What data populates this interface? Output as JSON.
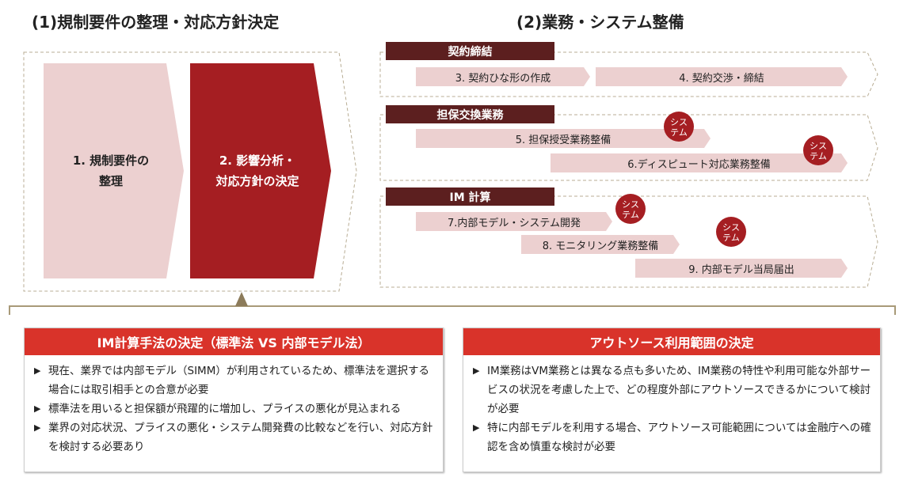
{
  "section1": {
    "title": "(1)規制要件の整理・対応方針決定",
    "steps": [
      {
        "line1": "1. 規制要件の",
        "line2": "整理"
      },
      {
        "line1": "2. 影響分析・",
        "line2": "対応方針の決定"
      }
    ]
  },
  "section2": {
    "title": "(2)業務・システム整備",
    "badge_label": {
      "line1": "シス",
      "line2": "テム"
    },
    "groups": [
      {
        "header": "契約締結",
        "tasks": [
          "3. 契約ひな形の作成",
          "4. 契約交渉・締結"
        ]
      },
      {
        "header": "担保交換業務",
        "tasks": [
          "5. 担保授受業務整備",
          "6.ディスピュート対応業務整備"
        ]
      },
      {
        "header": "IM 計算",
        "tasks": [
          "7.内部モデル・システム開発",
          "8. モニタリング業務整備",
          "9. 内部モデル当局届出"
        ]
      }
    ]
  },
  "boxes": [
    {
      "header": "IM計算手法の決定（標準法 VS 内部モデル法）",
      "bullets": [
        "現在、業界では内部モデル（SIMM）が利用されているため、標準法を選択する場合には取引相手との合意が必要",
        "標準法を用いると担保額が飛躍的に増加し、プライスの悪化が見込まれる",
        "業界の対応状況、プライスの悪化・システム開発費の比較などを行い、対応方針を検討する必要あり"
      ]
    },
    {
      "header": "アウトソース利用範囲の決定",
      "bullets": [
        "IM業務はVM業務とは異なる点も多いため、IM業務の特性や利用可能な外部サービスの状況を考慮した上で、どの程度外部にアウトソースできるかについて検討が必要",
        "特に内部モデルを利用する場合、アウトソース可能範囲については金融庁への確認を含め慎重な検討が必要"
      ]
    }
  ],
  "colors": {
    "dark_red": "#a51e22",
    "header_brown": "#5c1f1f",
    "pink": "#ecd0d0",
    "box_red": "#d9332a"
  }
}
